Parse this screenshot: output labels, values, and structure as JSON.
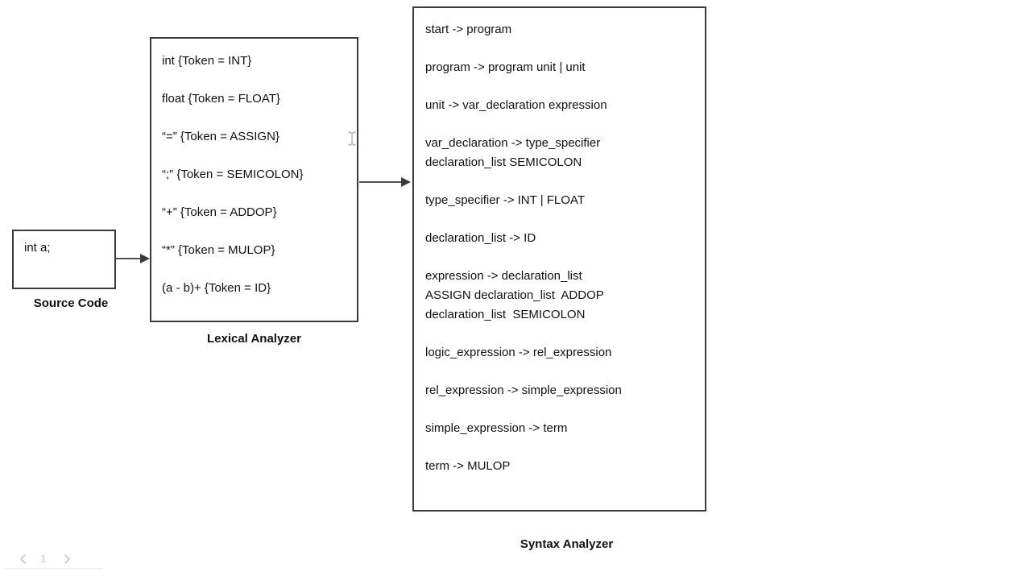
{
  "colors": {
    "border": "#3a3a3a",
    "text": "#111111",
    "arrow": "#4f4f4f",
    "arrowhead": "#3a3a3a",
    "pager": "#c6c6c6",
    "bg": "#ffffff"
  },
  "source": {
    "text": "int a;",
    "caption": "Source Code"
  },
  "lexical": {
    "caption": "Lexical Analyzer",
    "tokens": [
      "int {Token = INT}",
      "float {Token = FLOAT}",
      "“=” {Token = ASSIGN}",
      "“;” {Token = SEMICOLON}",
      "“+” {Token = ADDOP}",
      "“*” {Token = MULOP}",
      "(a - b)+ {Token = ID}"
    ]
  },
  "syntax": {
    "caption": "Syntax Analyzer",
    "rules": [
      {
        "lines": [
          "start -> program"
        ]
      },
      {
        "lines": [
          "program -> program unit | unit"
        ]
      },
      {
        "lines": [
          "unit -> var_declaration expression"
        ]
      },
      {
        "lines": [
          "var_declaration -> type_specifier",
          "declaration_list SEMICOLON"
        ]
      },
      {
        "lines": [
          "type_specifier -> INT | FLOAT"
        ]
      },
      {
        "lines": [
          "declaration_list -> ID"
        ]
      },
      {
        "lines": [
          "expression -> declaration_list",
          "ASSIGN declaration_list  ADDOP",
          "declaration_list  SEMICOLON"
        ]
      },
      {
        "lines": [
          "logic_expression -> rel_expression"
        ]
      },
      {
        "lines": [
          "rel_expression -> simple_expression"
        ]
      },
      {
        "lines": [
          "simple_expression -> term"
        ]
      },
      {
        "lines": [
          "term -> MULOP"
        ]
      }
    ]
  },
  "pager": {
    "page": "1"
  }
}
